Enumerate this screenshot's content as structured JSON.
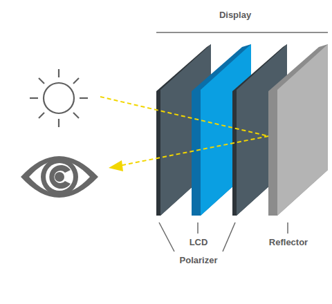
{
  "diagram": {
    "labels": [
      "Display",
      "LCD",
      "Polarizer",
      "Reflector"
    ]
  }
}
